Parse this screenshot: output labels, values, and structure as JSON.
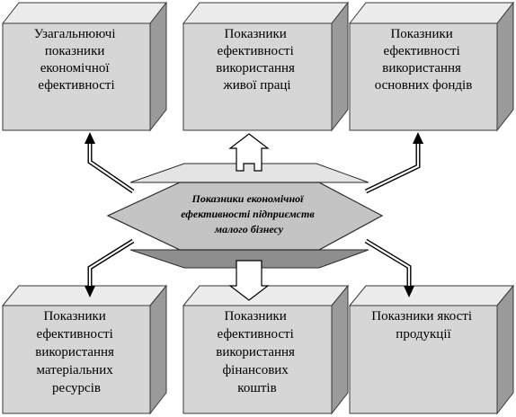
{
  "center": {
    "lines": [
      "Показники економічної",
      "ефективності підприємств",
      "малого бізнесу"
    ]
  },
  "top_boxes": [
    {
      "id": "generalizing",
      "lines": [
        "Узагальнюючі",
        "показники",
        "економічної",
        "ефективності"
      ]
    },
    {
      "id": "living-labor",
      "lines": [
        "Показники",
        "ефективності",
        "використання",
        "живої праці"
      ]
    },
    {
      "id": "fixed-assets",
      "lines": [
        "Показники",
        "ефективності",
        "використання",
        "основних фондів"
      ]
    }
  ],
  "bottom_boxes": [
    {
      "id": "material-resources",
      "lines": [
        "Показники",
        "ефективності",
        "використання",
        "матеріальних",
        "ресурсів"
      ]
    },
    {
      "id": "financial-funds",
      "lines": [
        "Показники",
        "ефективності",
        "використання",
        "фінансових",
        "коштів"
      ]
    },
    {
      "id": "product-quality",
      "lines": [
        "Показники якості",
        "продукції"
      ]
    }
  ],
  "colors": {
    "box_front": "#d6d6d6",
    "box_top": "#ececec",
    "box_side": "#9a9a9a",
    "hexagon": "#c4c4c4"
  }
}
